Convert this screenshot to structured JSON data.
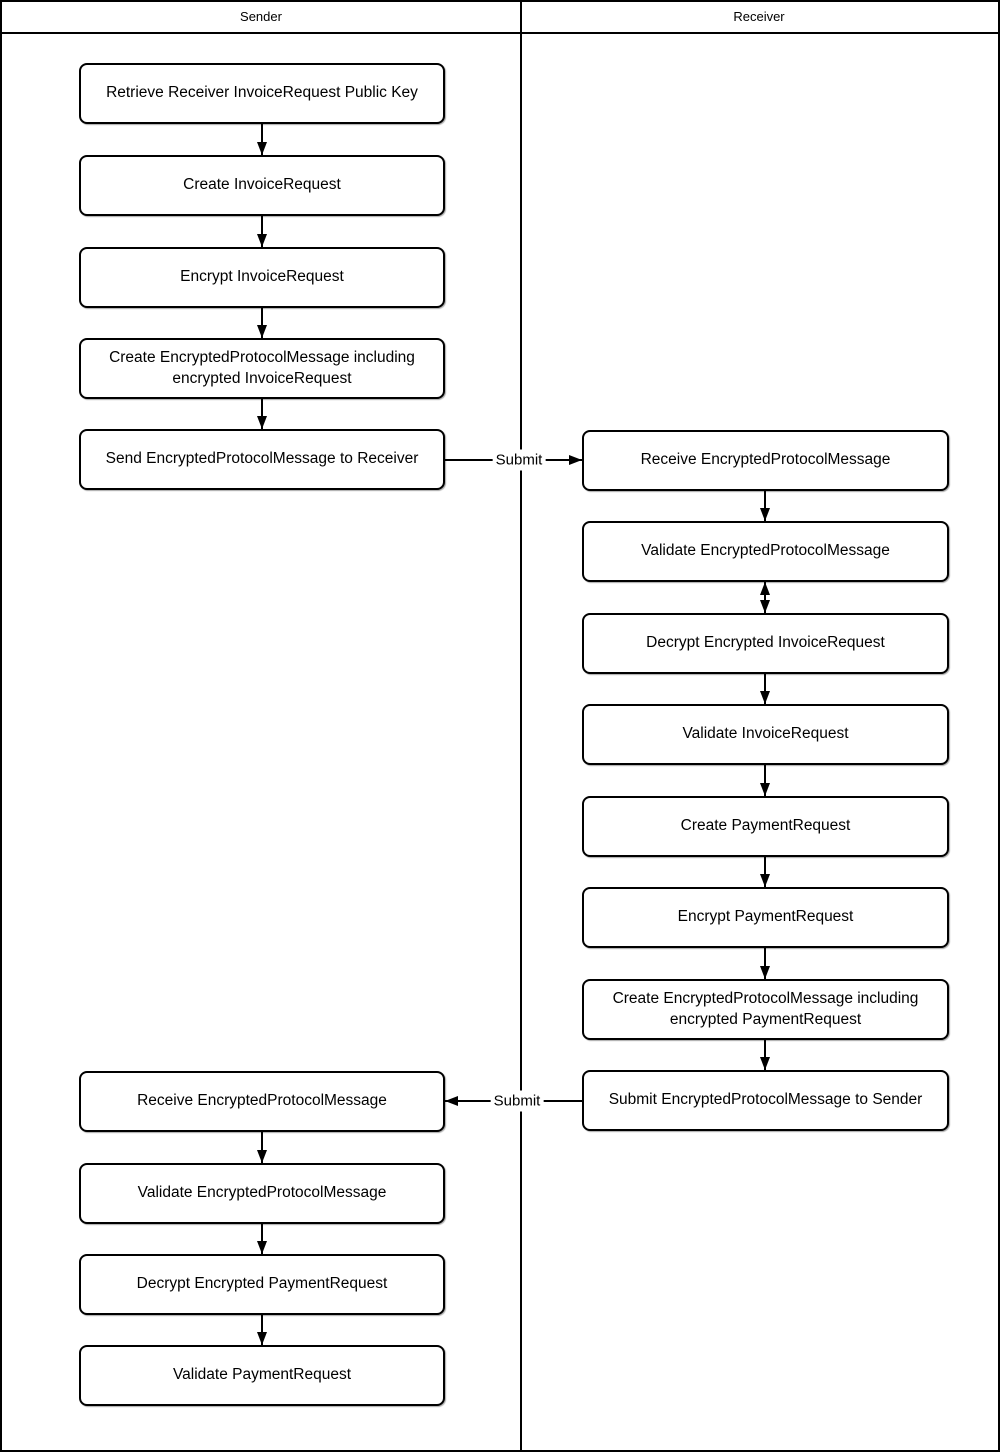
{
  "diagram": {
    "type": "swimlane-flowchart",
    "lanes": [
      {
        "id": "sender",
        "label": "Sender"
      },
      {
        "id": "receiver",
        "label": "Receiver"
      }
    ],
    "sender_steps": [
      "Retrieve Receiver InvoiceRequest Public Key",
      "Create InvoiceRequest",
      "Encrypt InvoiceRequest",
      "Create EncryptedProtocolMessage including encrypted InvoiceRequest",
      "Send EncryptedProtocolMessage to Receiver",
      "Receive EncryptedProtocolMessage",
      "Validate EncryptedProtocolMessage",
      "Decrypt Encrypted PaymentRequest",
      "Validate PaymentRequest"
    ],
    "receiver_steps": [
      "Receive EncryptedProtocolMessage",
      "Validate EncryptedProtocolMessage",
      "Decrypt Encrypted InvoiceRequest",
      "Validate InvoiceRequest",
      "Create PaymentRequest",
      "Encrypt PaymentRequest",
      "Create EncryptedProtocolMessage including encrypted PaymentRequest",
      "Submit EncryptedProtocolMessage to Sender"
    ],
    "connections": {
      "sender_to_receiver_label": "Submit",
      "receiver_to_sender_label": "Submit",
      "bidirectional_edge": "Validate EncryptedProtocolMessage <-> Decrypt Encrypted InvoiceRequest"
    },
    "colors": {
      "background": "#ffffff",
      "line": "#000000",
      "box_fill": "#ffffff",
      "box_border": "#000000",
      "text": "#000000"
    }
  }
}
